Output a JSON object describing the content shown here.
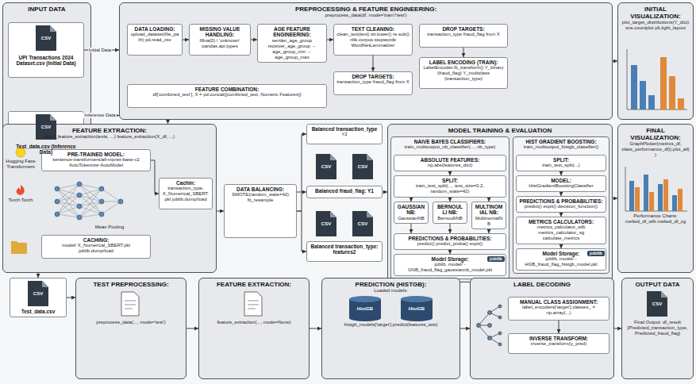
{
  "diagram": {
    "nodes": [
      {
        "text": [
          "INPUT DATA"
        ]
      },
      {
        "text": [
          "UPI Transactions 2024 Dataset.csv (Initial Data)"
        ],
        "in": 0
      },
      {
        "text": [
          "Test_data.csv (Inference Data)"
        ],
        "in": 0
      },
      {
        "text": [
          "PREPROCESSING & FEATURE ENGINEERING:",
          "preprocess_data(df, mode='train'/'test')"
        ]
      },
      {
        "text": [
          "DATA LOADING:",
          "upload_dataset(file_path) pd.read_csv"
        ],
        "in": 3
      },
      {
        "text": [
          "MISSING VALUE HANDLING:",
          "fillna(0) / 'unknown' pandas.api.types"
        ],
        "in": 3
      },
      {
        "text": [
          "AGE FEATURE ENGINEERING:",
          "sender_age_group receiver_age_group → age_group_min → age_group_max"
        ],
        "in": 3
      },
      {
        "text": [
          "TEXT CLEANING:",
          "clean_text(text) str.lower() re.sub() nltk.corpus.stopwords WordNetLemmatizer"
        ],
        "in": 3
      },
      {
        "text": [
          "DROP TARGETS:",
          "transaction_type fraud_flag from X"
        ],
        "in": 3
      },
      {
        "text": [
          "DROP TARGETS:",
          "transaction_type fraud_flag from X"
        ],
        "in": 3
      },
      {
        "text": [
          "LABEL ENCODING (TRAIN):",
          "LabelEncoder.fit_transform() Y_binary (fraud_flag) Y_multiclass (transaction_type)"
        ],
        "in": 3
      },
      {
        "text": [
          "FEATURE COMBINATION:",
          "df['combined_text'], X = pd.concat([combined_text, Numeric Features])"
        ],
        "in": 3
      },
      {
        "text": [
          "INITIAL VISUALIZATION:",
          "plot_target_distributions(Y_dict) sns.countplot plt.tight_layout"
        ]
      },
      {
        "text": [
          "FEATURE EXTRACTION:",
          "sbert_feature_extraction(texts, ...) feature_extraction(X_df, ...)"
        ]
      },
      {
        "text": [
          "PRE-TRAINED MODEL:",
          "sentence-transformers/all-mpnet-base-v2 AutoTokenizer AutoModel"
        ],
        "in": 13
      },
      {
        "text": [
          "Cachin:",
          "transaction_type, X_Numerical_SBERT.pkl joblib.dump/load"
        ],
        "in": 13
      },
      {
        "text": [
          "CACHING:",
          "model/ X_Numerical_SBERT.pkl joblib.dump/load"
        ],
        "in": 13
      },
      {
        "text": [
          "DATA BALANCING:",
          "SMOTE(random_state=42) fit_resample"
        ]
      },
      {
        "text": [
          "Balanced transaction_type",
          "Y2"
        ]
      },
      {
        "text": [
          "Balanced fraud_flag: Y1"
        ]
      },
      {
        "text": [
          "Balanced transaction_type: features2"
        ]
      },
      {
        "text": [
          "MODEL TRAINING & EVALUATION"
        ]
      },
      {
        "text": [
          "NAIVE BAYES CLASSIFIERS:",
          "train_multioutput_nb_classifier(..., nb_type)"
        ],
        "in": 21
      },
      {
        "text": [
          "ABSOLUTE FEATURES:",
          "np.abs(features_dict)"
        ],
        "in": 22
      },
      {
        "text": [
          "SPLIT:",
          "train_test_split(..., test_size=0.2, random_state=42)"
        ],
        "in": 22
      },
      {
        "text": [
          "GAUSSIAN NB:",
          "GaussianNB"
        ],
        "in": 22
      },
      {
        "text": [
          "BERNOULLI NB:",
          "BernoulliNB"
        ],
        "in": 22
      },
      {
        "text": [
          "MULTINOMIAL NB:",
          "MultinomialNB"
        ],
        "in": 22
      },
      {
        "text": [
          "PREDICTIONS & PROBABILITIES:",
          "predict() predict_proba() expit()"
        ],
        "in": 22
      },
      {
        "text": [
          "Model Storage:",
          "joblib, model/ - GNB_fraud_flag_gaussiannb_model.pkl"
        ],
        "in": 22
      },
      {
        "text": [
          "HIST GRADIENT BOOSTING:",
          "train_multioutput_histgb_classifier()"
        ],
        "in": 21
      },
      {
        "text": [
          "SPLIT:",
          "train_test_split(...)"
        ],
        "in": 30
      },
      {
        "text": [
          "MODEL:",
          "HistGradientBoostingClassifier"
        ],
        "in": 30
      },
      {
        "text": [
          "PREDICTIONS & PROBABILITIES:",
          "predict() expit() decision_function()"
        ],
        "in": 30
      },
      {
        "text": [
          "METRICS CALCULATORS:",
          "metrics_calculator_wlb metrics_calculator_sg calculate_metrics"
        ],
        "in": 30
      },
      {
        "text": [
          "Model Storage:",
          "joblib, model/ - HGB_fraud_flag_histgb_model.pkl"
        ],
        "in": 30
      },
      {
        "text": [
          "FINAL VISUALIZATION:",
          "GraphPlotter(metrics_df, class_performance_df)).plot_all()",
          "Performance Charts: melted_df_wlb melted_df_cg"
        ]
      },
      {
        "text": [
          "Test_data.csv"
        ]
      },
      {
        "text": [
          "TEST PREPROCESSING:",
          "preprocess_data(..., mode='test')"
        ]
      },
      {
        "text": [
          "FEATURE EXTRACTION:",
          "feature_extraction(..., mode=None)"
        ]
      },
      {
        "text": [
          "PREDICTION (HISTGB):",
          "Loaded models:",
          "histgb_models['target'].predict(features_test)"
        ]
      },
      {
        "text": [
          "LABEL DECODING"
        ]
      },
      {
        "text": [
          "MANUAL CLASS ASSIGNMENT:",
          "label_encoders['target'].classes_ = np.array(...)"
        ],
        "in": 41
      },
      {
        "text": [
          "INVERSE TRANSFORM:",
          "inverse_transform(y_pred)"
        ],
        "in": 41
      },
      {
        "text": [
          "OUTPUT DATA",
          "Final Output: df_result [Predicted_transaction_type, Predicted_fraud_flag]"
        ]
      }
    ],
    "edges": [
      {
        "from": 1,
        "to": 3,
        "arrow": "to",
        "label": "Initial Data"
      },
      {
        "from": 2,
        "to": 3,
        "arrow": "to",
        "label": "Inference Data"
      },
      {
        "from": 3,
        "to": 12,
        "arrow": "to"
      },
      {
        "from": 4,
        "to": 5,
        "arrow": "to"
      },
      {
        "from": 5,
        "to": 6,
        "arrow": "to"
      },
      {
        "from": 6,
        "to": 7,
        "arrow": "to"
      },
      {
        "from": 7,
        "to": 8,
        "arrow": "to"
      },
      {
        "from": 9,
        "to": 10,
        "arrow": "to"
      },
      {
        "from": 3,
        "to": 13,
        "arrow": "to"
      },
      {
        "from": 14,
        "to": 15,
        "arrow": "to"
      },
      {
        "from": 13,
        "to": 17,
        "arrow": "to"
      },
      {
        "from": 17,
        "to": 18,
        "arrow": "to"
      },
      {
        "from": 17,
        "to": 19,
        "arrow": "to"
      },
      {
        "from": 17,
        "to": 20,
        "arrow": "to"
      },
      {
        "from": 19,
        "to": 21,
        "arrow": "to"
      },
      {
        "from": 23,
        "to": 24,
        "arrow": "to"
      },
      {
        "from": 24,
        "to": 25,
        "arrow": "to"
      },
      {
        "from": 24,
        "to": 26,
        "arrow": "to"
      },
      {
        "from": 24,
        "to": 27,
        "arrow": "to"
      },
      {
        "from": 25,
        "to": 28,
        "arrow": "to"
      },
      {
        "from": 26,
        "to": 28,
        "arrow": "to"
      },
      {
        "from": 27,
        "to": 28,
        "arrow": "to"
      },
      {
        "from": 28,
        "to": 29,
        "arrow": "to"
      },
      {
        "from": 31,
        "to": 32,
        "arrow": "to"
      },
      {
        "from": 32,
        "to": 33,
        "arrow": "to"
      },
      {
        "from": 33,
        "to": 34,
        "arrow": "to"
      },
      {
        "from": 34,
        "to": 35,
        "arrow": "to"
      },
      {
        "from": 21,
        "to": 36,
        "arrow": "to"
      },
      {
        "from": 13,
        "to": 37,
        "arrow": "to"
      },
      {
        "from": 37,
        "to": 38,
        "arrow": "to"
      },
      {
        "from": 38,
        "to": 39,
        "arrow": "to"
      },
      {
        "from": 39,
        "to": 40,
        "arrow": "to"
      },
      {
        "from": 40,
        "to": 41,
        "arrow": "to"
      },
      {
        "from": 42,
        "to": 43,
        "arrow": "to"
      },
      {
        "from": 41,
        "to": 44,
        "arrow": "to"
      }
    ],
    "labels": [
      "CSV",
      "CSV",
      "Hugging Face Transformers",
      "Torch Torch",
      "Mean Pooling",
      "CSV",
      "CSV",
      "CSV",
      "CSV",
      "joblib",
      "joblib",
      "CSV",
      "HistGB",
      "HistGB",
      "CSV"
    ]
  }
}
